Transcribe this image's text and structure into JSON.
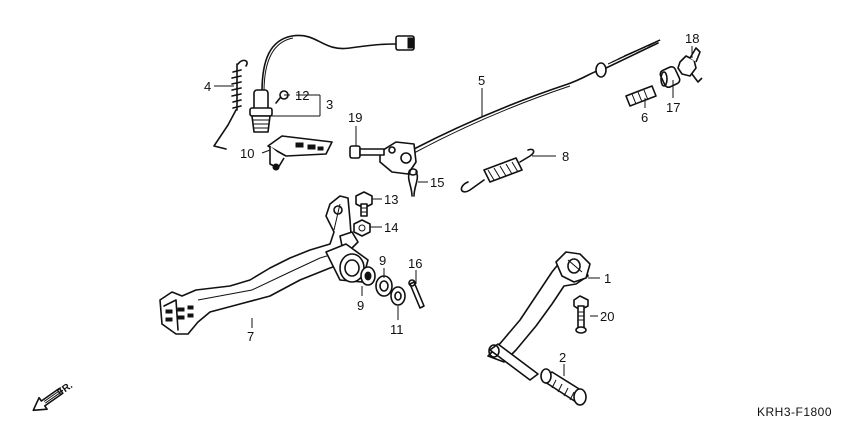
{
  "diagram": {
    "code": "KRH3-F1800",
    "direction_label": "FR.",
    "callouts": {
      "p1": "1",
      "p2": "2",
      "p3": "3",
      "p4": "4",
      "p5": "5",
      "p6": "6",
      "p7": "7",
      "p8": "8",
      "p9a": "9",
      "p9b": "9",
      "p10": "10",
      "p11": "11",
      "p12": "12",
      "p13": "13",
      "p14": "14",
      "p15": "15",
      "p16": "16",
      "p17": "17",
      "p18": "18",
      "p19": "19",
      "p20": "20"
    }
  }
}
